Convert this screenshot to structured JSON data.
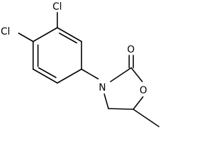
{
  "molecule": {
    "atoms": {
      "cl_top": "Cl",
      "cl_left": "Cl",
      "carbonyl_oxygen": "O",
      "ring_nitrogen": "N",
      "ring_oxygen": "O"
    }
  }
}
